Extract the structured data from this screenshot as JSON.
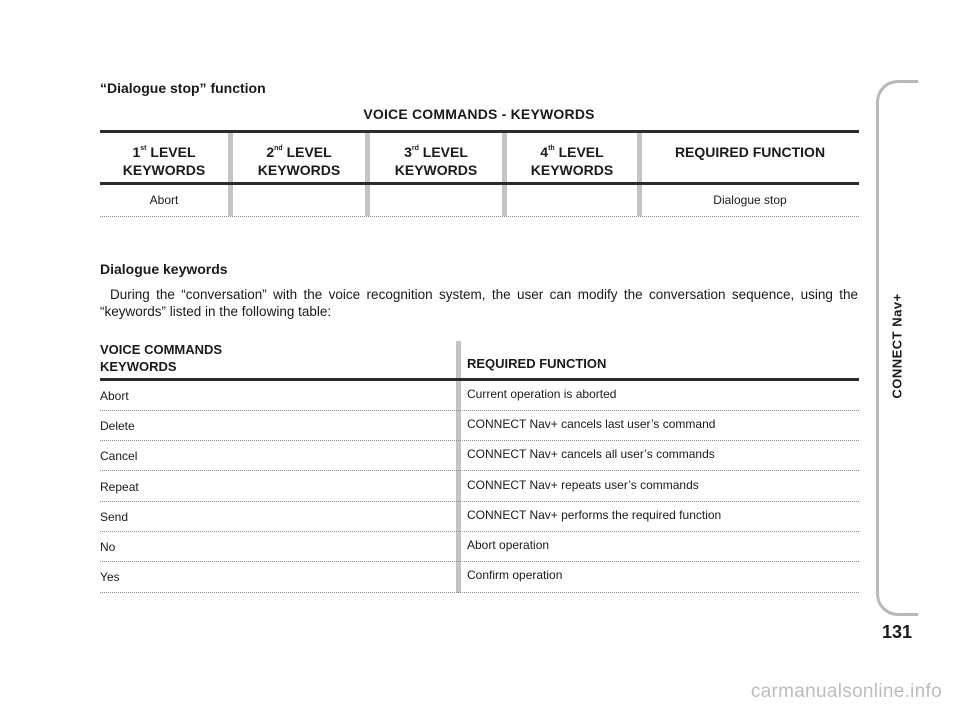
{
  "section_title": "“Dialogue stop” function",
  "table1": {
    "title": "VOICE COMMANDS - KEYWORDS",
    "headers": [
      {
        "num": "1",
        "sup": "st",
        "line1": "LEVEL",
        "line2": "KEYWORDS"
      },
      {
        "num": "2",
        "sup": "nd",
        "line1": "LEVEL",
        "line2": "KEYWORDS"
      },
      {
        "num": "3",
        "sup": "rd",
        "line1": "LEVEL",
        "line2": "KEYWORDS"
      },
      {
        "num": "4",
        "sup": "th",
        "line1": "LEVEL",
        "line2": "KEYWORDS"
      }
    ],
    "function_header": "REQUIRED FUNCTION",
    "rows": [
      {
        "level1": "Abort",
        "level2": "",
        "level3": "",
        "level4": "",
        "function": "Dialogue stop"
      }
    ]
  },
  "dialogue_keywords": {
    "title": "Dialogue keywords",
    "paragraph": "During the “conversation” with the voice recognition system, the user can modify the conversation sequence, using the “keywords” listed in the following table:"
  },
  "table2": {
    "header_keywords": [
      "VOICE COMMANDS",
      "KEYWORDS"
    ],
    "header_function": "REQUIRED FUNCTION",
    "rows": [
      {
        "keyword": "Abort",
        "function": "Current operation is aborted"
      },
      {
        "keyword": "Delete",
        "function": "CONNECT Nav+ cancels last user’s command"
      },
      {
        "keyword": "Cancel",
        "function": "CONNECT Nav+ cancels all user’s commands"
      },
      {
        "keyword": "Repeat",
        "function": "CONNECT Nav+ repeats user’s commands"
      },
      {
        "keyword": "Send",
        "function": "CONNECT Nav+ performs the required function"
      },
      {
        "keyword": "No",
        "function": "Abort operation"
      },
      {
        "keyword": "Yes",
        "function": "Confirm operation"
      }
    ]
  },
  "side_label": "CONNECT Nav+",
  "page_number": "131",
  "watermark": "carmanualsonline.info"
}
